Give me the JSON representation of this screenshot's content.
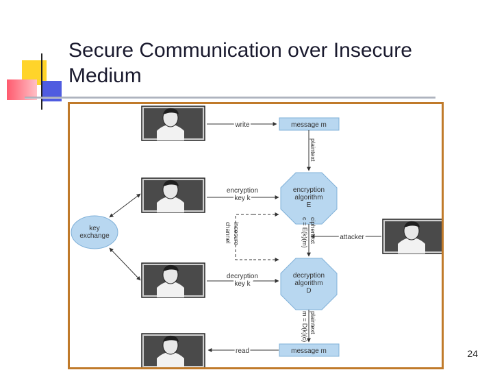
{
  "slide": {
    "title_line1": "Secure Communication over Insecure",
    "title_line2": "Medium",
    "slide_number": "24"
  },
  "colors": {
    "frame_border": "#c07a2a",
    "node_fill": "#b8d7f0",
    "node_stroke": "#7fb0d8",
    "line": "#333333",
    "deco_yellow": "#ffd42a",
    "deco_red": "#ff5a6e",
    "deco_blue": "#4f5ce0"
  },
  "diagram": {
    "labels": {
      "write": "write",
      "encryption_key": [
        "encryption",
        "key k"
      ],
      "decryption_key": [
        "decryption",
        "key k"
      ],
      "read": "read",
      "attacker": "attacker",
      "insecure_channel": [
        "insecure",
        "channel"
      ],
      "plaintext_top": "plaintext",
      "ciphertext": [
        "ciphertext",
        "c = E(k)(m)"
      ],
      "plaintext_bottom": [
        "plaintext",
        "m = D(k)(c)"
      ]
    },
    "nodes": {
      "message_top": "message m",
      "message_bottom": "message m",
      "encryption": [
        "encryption",
        "algorithm",
        "E"
      ],
      "decryption": [
        "decryption",
        "algorithm",
        "D"
      ],
      "key_exchange": [
        "key",
        "exchange"
      ]
    },
    "people": [
      "person-writer",
      "person-encryptor",
      "person-decryptor",
      "person-reader",
      "person-attacker"
    ]
  }
}
